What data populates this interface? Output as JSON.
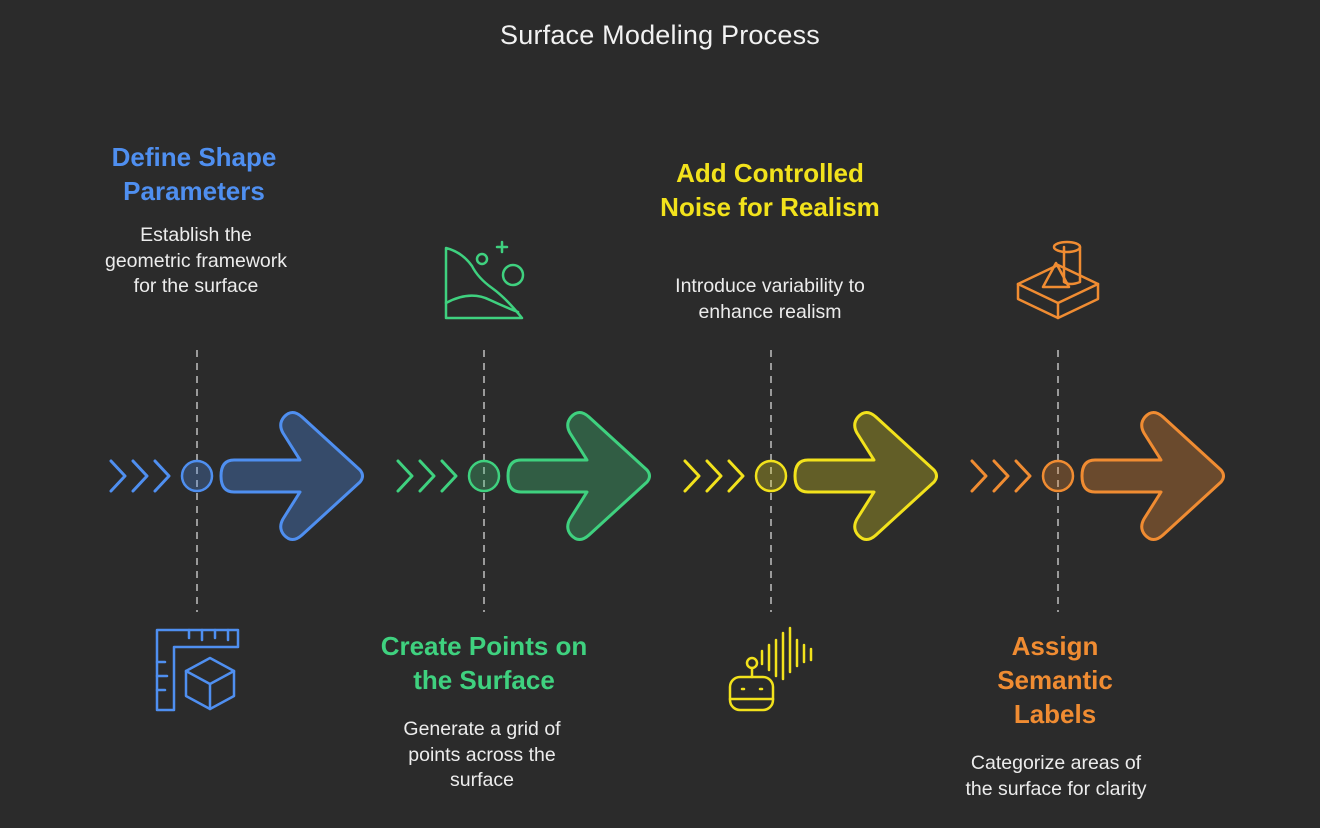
{
  "title": "Surface Modeling Process",
  "colors": {
    "background": "#2b2b2b",
    "connector": "#9a9a9a",
    "step1": "#4f8ff0",
    "step2": "#3fd17f",
    "step3": "#f2e21c",
    "step4": "#f08c32"
  },
  "steps": [
    {
      "heading": "Define Shape Parameters",
      "description": "Establish the geometric framework for the surface",
      "icon": "ruler-cube-icon"
    },
    {
      "heading": "Create Points on the Surface",
      "description": "Generate a grid of points across the surface",
      "icon": "terrain-surface-icon"
    },
    {
      "heading": "Add Controlled Noise for Realism",
      "description": "Introduce variability to enhance realism",
      "icon": "robot-sound-wave-icon"
    },
    {
      "heading": "Assign Semantic Labels",
      "description": "Categorize areas of the surface for clarity",
      "icon": "shapes-platform-icon"
    }
  ]
}
